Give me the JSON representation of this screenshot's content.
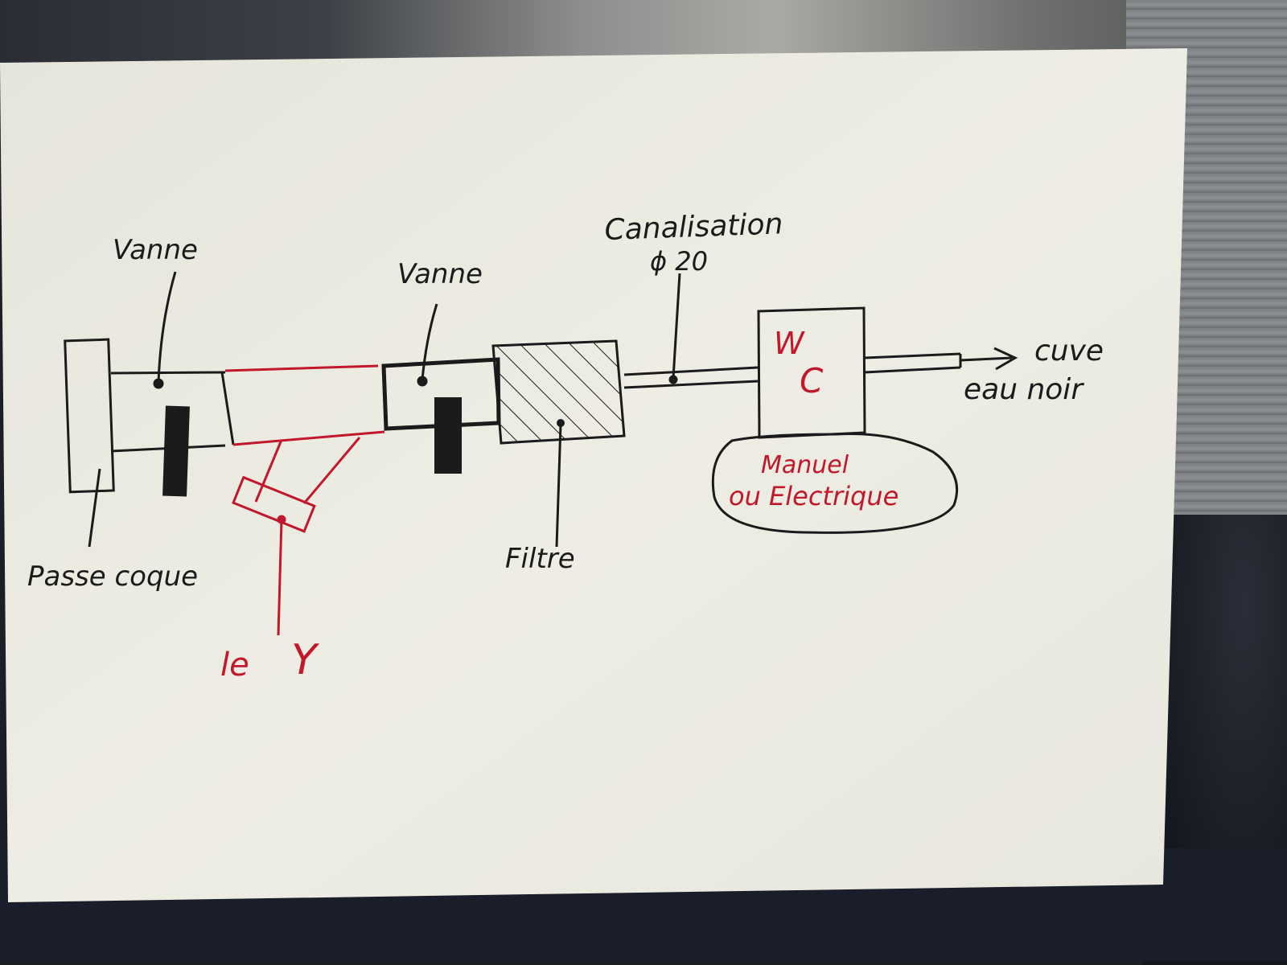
{
  "labels": {
    "vanne_left": "Vanne",
    "vanne_right": "Vanne",
    "canalisation": "Canalisation",
    "diameter": "ϕ 20",
    "wc_top": "W",
    "wc_bottom": "C",
    "cuve_line1": "cuve",
    "cuve_line2": "eau noir",
    "manuel_line1": "Manuel",
    "manuel_line2": "ou Electrique",
    "passe_coque": "Passe coque",
    "filtre": "Filtre",
    "le_y_le": "le",
    "le_y_y": "Y"
  },
  "colors": {
    "paper": "#ecebe2",
    "ink": "#1b1b1b",
    "red_ink": "#c2182b"
  }
}
